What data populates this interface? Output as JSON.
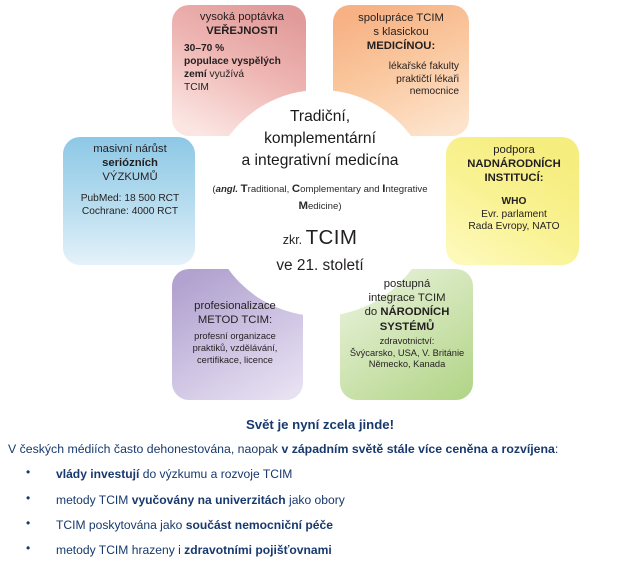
{
  "diagram": {
    "center": {
      "title_line1": "Tradiční,",
      "title_line2": "komplementární",
      "title_line3": "a integrativní medicína",
      "subtitle_open": "(",
      "subtitle_angl": "angl.",
      "subtitle_rest": " Traditional, Complementary and Integrative Medicine)",
      "abbr_prefix": "zkr. ",
      "abbr": "TCIM",
      "century": "ve 21. století"
    },
    "petals": [
      {
        "id": "demand",
        "name": "vysoka-poptavka",
        "color": "#e8a0a0",
        "color_light": "#f7d9d6",
        "head_line1": "vysoká poptávka",
        "head_line2": "VEŘEJNOSTI",
        "body_line1": "30–70 %",
        "body_line2": "populace vyspělých",
        "body_line3_bold": "zemí",
        "body_line3_rest": " využívá",
        "body_line4": "TCIM"
      },
      {
        "id": "medicine",
        "name": "spoluprace-s-medicinou",
        "color": "#f6b183",
        "color_light": "#fce0c9",
        "head_line1": "spolupráce TCIM",
        "head_line2": "s klasickou",
        "head_line3": "MEDICÍNOU:",
        "body_line1": "lékařské fakulty",
        "body_line2": "praktičtí lékaři",
        "body_line3": "nemocnice"
      },
      {
        "id": "research",
        "name": "masivni-narust-vyzkumu",
        "color": "#8ecae6",
        "color_light": "#dff0f8",
        "head_line1": "masivní nárůst",
        "head_line2": "seriózních",
        "head_line3": "VÝZKUMŮ",
        "body_line1": "PubMed: 18 500 RCT",
        "body_line2": "Cochrane: 4000 RCT"
      },
      {
        "id": "institutions",
        "name": "podpora-nadnarodnich-instituci",
        "color": "#f6ef86",
        "color_light": "#fdfbc4",
        "head_line1": "podpora",
        "head_line2": "NADNÁRODNÍCH",
        "head_line3": "INSTITUCÍ:",
        "body_line1": "WHO",
        "body_line2": "Evr. parlament",
        "body_line3": "Rada Evropy, NATO"
      },
      {
        "id": "professional",
        "name": "profesionalizace-metod",
        "color": "#b7a8d4",
        "color_light": "#e4def0",
        "head_line1": "profesionalizace",
        "head_line2": "METOD TCIM:",
        "body_line1": "profesní organizace",
        "body_line2": "praktiků, vzdělávání,",
        "body_line3": "certifikace, licence"
      },
      {
        "id": "national",
        "name": "integrace-do-narodnich-systemu",
        "color": "#b7d78c",
        "color_light": "#e6f1d6",
        "head_line1": "postupná",
        "head_line2": "integrace TCIM",
        "head_line3_plain": "do ",
        "head_line3_bold": "NÁRODNÍCH",
        "head_line4_bold": "SYSTÉMŮ",
        "body_line1": "zdravotnictví:",
        "body_line2": "Švýcarsko, USA, V. Británie",
        "body_line3": "Německo, Kanada"
      }
    ]
  },
  "bottom": {
    "headline": "Svět je nyní zcela jinde!",
    "lede_plain1": "V českých médiích často dehonestována, naopak ",
    "lede_bold": "v západním světě stále více ceněna a rozvíjena",
    "lede_plain2": ":",
    "bullets": [
      {
        "bold": "vlády investují",
        "plain": " do výzkumu a rozvoje TCIM",
        "bold_first": true
      },
      {
        "plain_pre": "metody TCIM ",
        "bold": "vyučovány na univerzitách",
        "plain_post": " jako obory",
        "bold_first": false
      },
      {
        "plain_pre": "TCIM poskytována jako ",
        "bold": "součást nemocniční péče",
        "plain_post": "",
        "bold_first": false
      },
      {
        "plain_pre": "metody TCIM hrazeny i ",
        "bold": "zdravotními pojišťovnami",
        "plain_post": "",
        "bold_first": false
      }
    ]
  },
  "colors": {
    "text_dark": "#231f20",
    "text_blue": "#17396e",
    "background": "#ffffff"
  }
}
